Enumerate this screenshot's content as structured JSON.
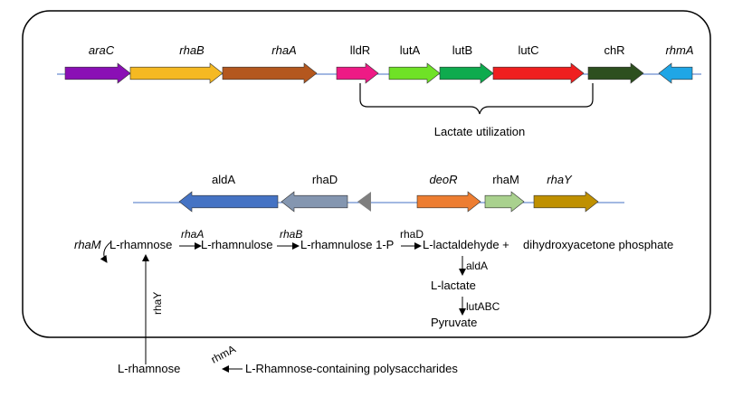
{
  "operon1": {
    "genes": [
      {
        "name": "araC",
        "italic": true,
        "color": "#8a0fb5"
      },
      {
        "name": "rhaB",
        "italic": true,
        "color": "#f5b922"
      },
      {
        "name": "rhaA",
        "italic": true,
        "color": "#b4571e"
      },
      {
        "name": "lldR",
        "italic": false,
        "color": "#ee1a85"
      },
      {
        "name": "lutA",
        "italic": false,
        "color": "#6fe226"
      },
      {
        "name": "lutB",
        "italic": false,
        "color": "#0eab4e"
      },
      {
        "name": "lutC",
        "italic": false,
        "color": "#ef1f1f"
      },
      {
        "name": "chR",
        "italic": false,
        "color": "#2d4f1f"
      },
      {
        "name": "rhmA",
        "italic": true,
        "color": "#1fa6e6"
      }
    ],
    "bracket_label": "Lactate utilization"
  },
  "operon2": {
    "genes": [
      {
        "name": "aldA",
        "italic": false,
        "color": "#4573c4"
      },
      {
        "name": "rhaD",
        "italic": false,
        "color": "#8496b0"
      },
      {
        "name": "",
        "italic": false,
        "color": "#7f7f7f"
      },
      {
        "name": "deoR",
        "italic": true,
        "color": "#ed7d31"
      },
      {
        "name": "rhaM",
        "italic": false,
        "color": "#a9d18e"
      },
      {
        "name": "rhaY",
        "italic": true,
        "color": "#bf9000"
      }
    ]
  },
  "pathway": {
    "rhaM_label": "rhaM",
    "rhamnose": "L-rhamnose",
    "rhaA": "rhaA",
    "rhamnulose": "L-rhamnulose",
    "rhaB": "rhaB",
    "rhamnulose1p": "L-rhamnulose 1-P",
    "rhaD": "rhaD",
    "lactaldehyde": "L-lactaldehyde +",
    "dhap": "dihydroxyacetone phosphate",
    "aldA": "aldA",
    "lactate": "L-lactate",
    "lutABC": "lutABC",
    "pyruvate": "Pyruvate",
    "rhaY": "rhaY",
    "rhamnose_outside": "L-rhamnose",
    "rhmA": "rhmA",
    "polysaccharides": "L-Rhamnose-containing polysaccharides"
  }
}
